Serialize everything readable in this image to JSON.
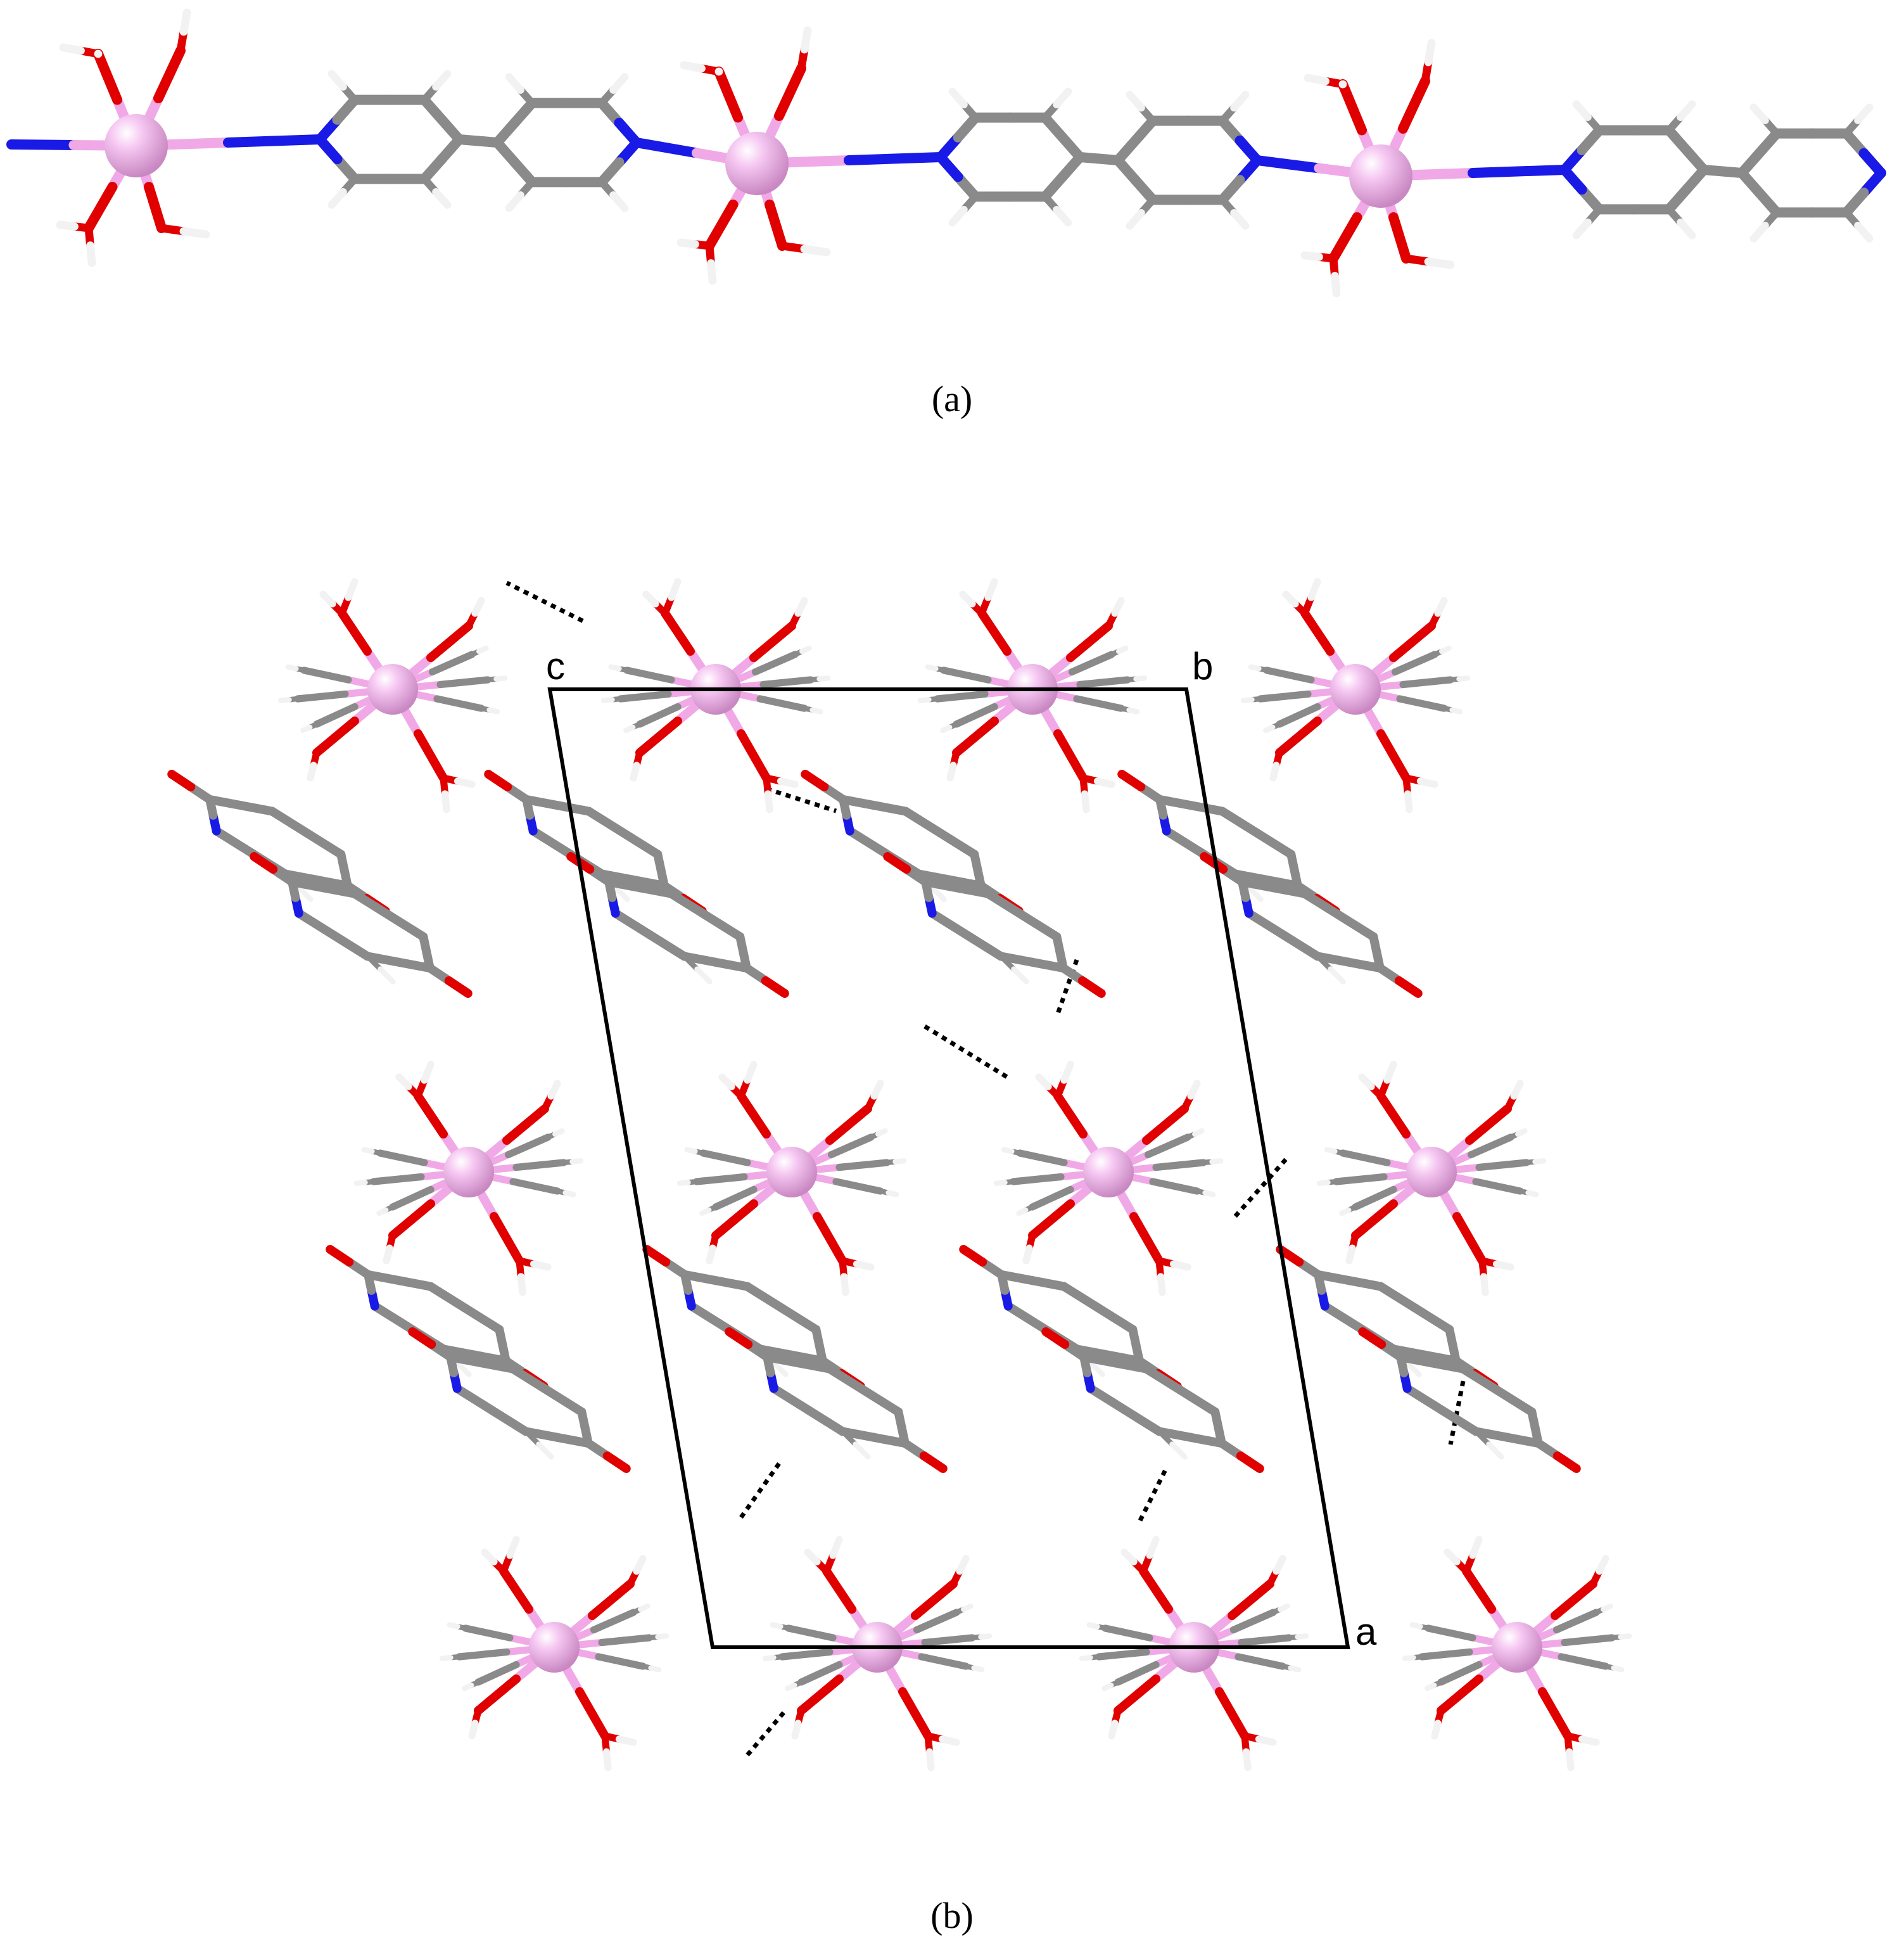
{
  "colors": {
    "metal": "#f1b8ec",
    "metal_bond": "#f0a9e6",
    "oxygen": "#e00000",
    "nitrogen": "#1a1ae6",
    "carbon": "#8a8a8a",
    "hydrogen": "#f2f2f2",
    "hbond": "#000000",
    "cell": "#000000"
  },
  "panel_a": {
    "caption": "(a)",
    "description_icon": "coordination-chain"
  },
  "panel_b": {
    "caption": "(b)",
    "axis_labels": {
      "c": "c",
      "b": "b",
      "a": "a"
    }
  }
}
